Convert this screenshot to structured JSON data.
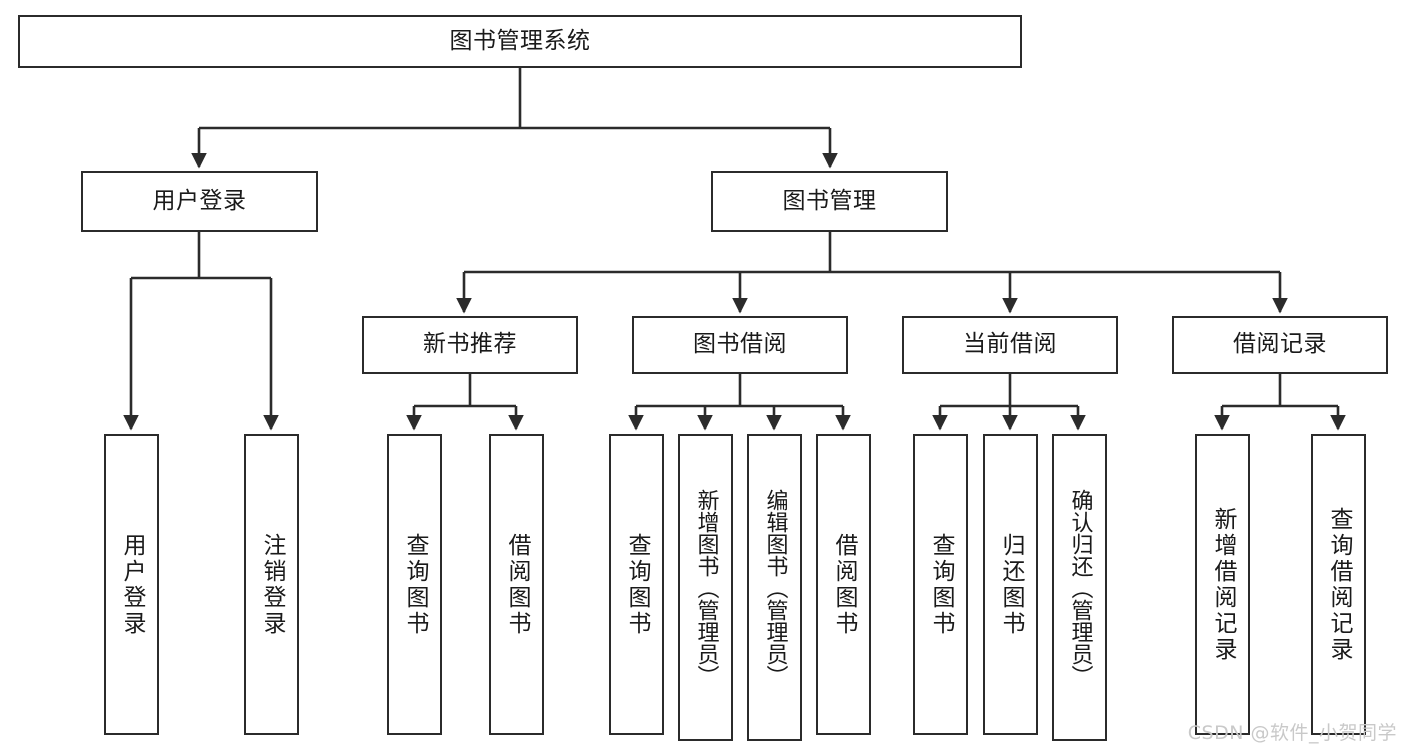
{
  "diagram": {
    "title": "图书管理系统",
    "type": "tree-hierarchy-chart",
    "orientation": "top-down",
    "colors": {
      "node_border": "#2b2b2b",
      "node_fill": "#ffffff",
      "edge": "#2b2b2b",
      "text": "#1a1a1a",
      "watermark": "#c9c9c9",
      "background": "#ffffff"
    },
    "root": {
      "label": "图书管理系统"
    },
    "level2": [
      {
        "label": "用户登录"
      },
      {
        "label": "图书管理"
      }
    ],
    "level3": [
      {
        "label": "新书推荐"
      },
      {
        "label": "图书借阅"
      },
      {
        "label": "当前借阅"
      },
      {
        "label": "借阅记录"
      }
    ],
    "leaves_user_login": [
      {
        "label": "用户登录"
      },
      {
        "label": "注销登录"
      }
    ],
    "leaves_new_book": [
      {
        "label": "查询图书"
      },
      {
        "label": "借阅图书"
      }
    ],
    "leaves_borrow": [
      {
        "label": "查询图书"
      },
      {
        "label": "新增图书（管理员）"
      },
      {
        "label": "编辑图书（管理员）"
      },
      {
        "label": "借阅图书"
      }
    ],
    "leaves_current": [
      {
        "label": "查询图书"
      },
      {
        "label": "归还图书"
      },
      {
        "label": "确认归还（管理员）"
      }
    ],
    "leaves_record": [
      {
        "label": "新增借阅记录"
      },
      {
        "label": "查询借阅记录"
      }
    ]
  },
  "watermark": {
    "text": "CSDN @软件_小贺同学"
  }
}
